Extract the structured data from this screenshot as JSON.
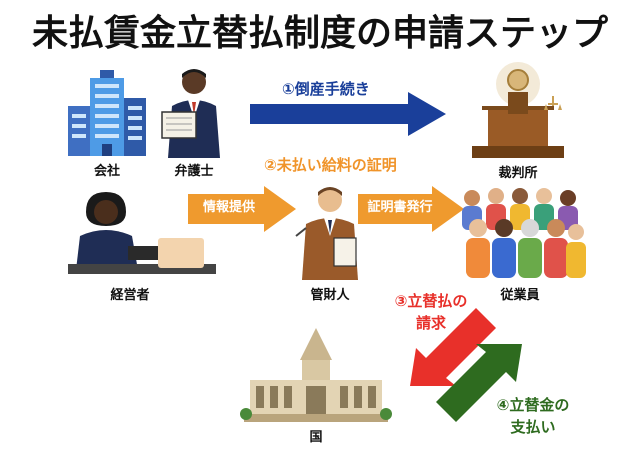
{
  "title": "未払賃金立替払制度の申請ステップ",
  "labels": {
    "company": "会社",
    "lawyer": "弁護士",
    "court": "裁判所",
    "manager": "経営者",
    "trustee": "管財人",
    "employees": "従業員",
    "state": "国"
  },
  "steps": {
    "step1": "①倒産手続き",
    "step2": "②未払い給料の証明",
    "step3_line1": "③立替払の",
    "step3_line2": "請求",
    "step4_line1": "④立替金の",
    "step4_line2": "支払い"
  },
  "arrows": {
    "info": "情報提供",
    "cert": "証明書発行"
  },
  "colors": {
    "blue_arrow": "#1a3f9a",
    "orange_arrow": "#ef9a2e",
    "red_arrow": "#e8302a",
    "green_arrow": "#2e6b1f",
    "step2_text": "#f0942a",
    "step3_text": "#e8302a",
    "step4_text": "#2e6b1f",
    "step1_text": "#1a3f9a"
  },
  "icons": [
    "building-icon",
    "lawyer-icon",
    "court-icon",
    "manager-icon",
    "trustee-icon",
    "employees-icon",
    "government-building-icon"
  ]
}
